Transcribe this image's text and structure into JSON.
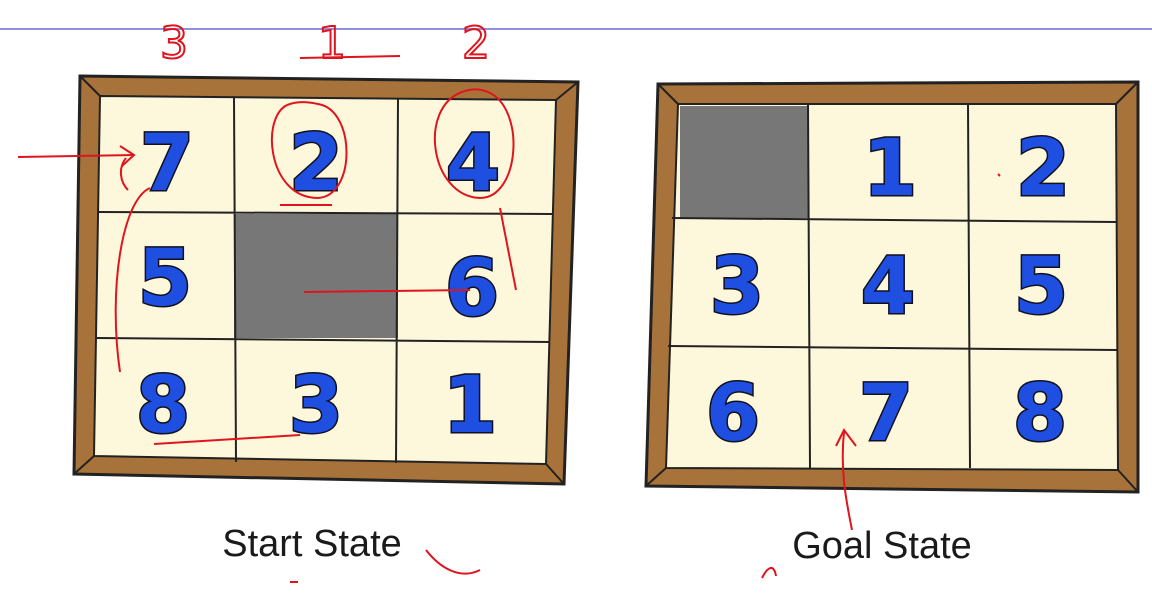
{
  "colors": {
    "frame": "#a8733a",
    "frame_dark": "#7a4f22",
    "tile_bg": "#fdf8dc",
    "blank": "#777777",
    "number": "#1e4fe0",
    "annotation": "#e0141e",
    "rule": "#8f8fe0"
  },
  "annotations": {
    "column_labels": [
      "3",
      "1",
      "2"
    ]
  },
  "boards": [
    {
      "id": "start",
      "caption": "Start State",
      "tiles": [
        "7",
        "2",
        "4",
        "5",
        "",
        "6",
        "8",
        "3",
        "1"
      ]
    },
    {
      "id": "goal",
      "caption": "Goal State",
      "tiles": [
        "",
        "1",
        "2",
        "3",
        "4",
        "5",
        "6",
        "7",
        "8"
      ]
    }
  ]
}
